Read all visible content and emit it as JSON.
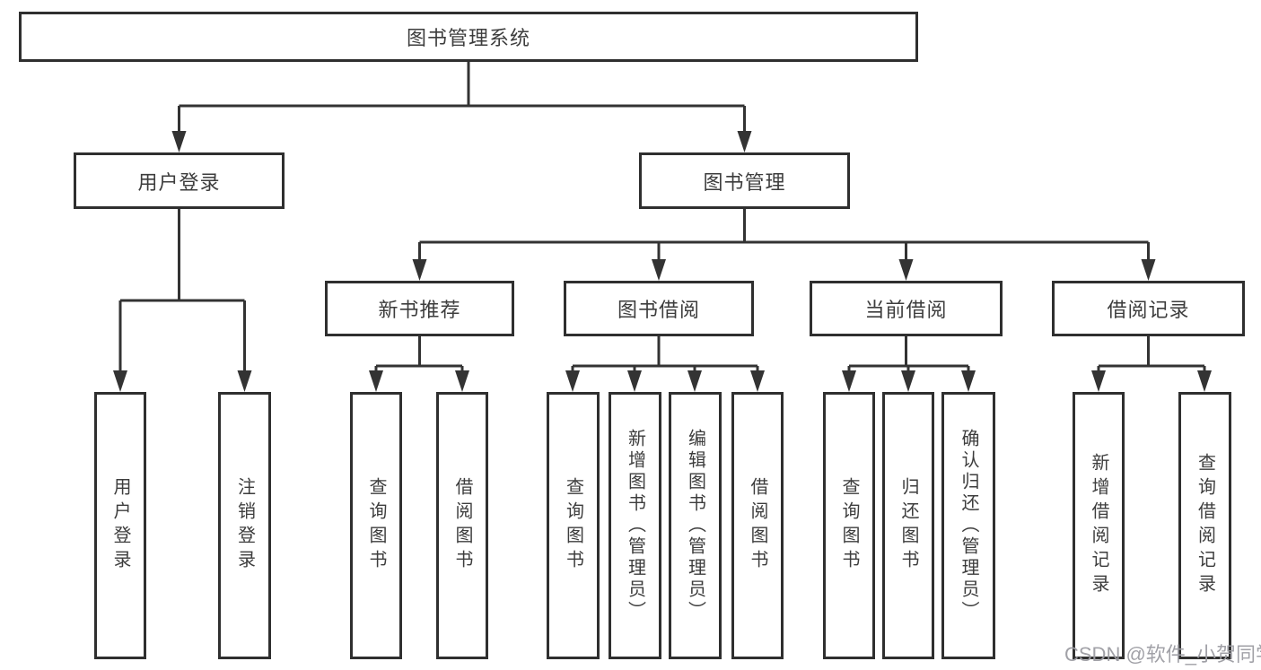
{
  "diagram_title": "图书管理系统",
  "colors": {
    "line": "#333333",
    "box_border": "#2f2f2f",
    "box_fill": "#ffffff",
    "text": "#3d3d3d",
    "watermark": "#9d9da3",
    "background": "#ffffff"
  },
  "nodes": {
    "root": "图书管理系统",
    "user_login": "用户登录",
    "book_mgmt": "图书管理",
    "new_book_rec": "新书推荐",
    "book_borrow": "图书借阅",
    "current_borrow": "当前借阅",
    "borrow_records": "借阅记录",
    "leaf_user_login": "用户登录",
    "leaf_logout": "注销登录",
    "leaf_rec_query": "查询图书",
    "leaf_rec_borrow": "借阅图书",
    "leaf_bb_query": "查询图书",
    "leaf_bb_add": "新增图书（管理员）",
    "leaf_bb_edit": "编辑图书（管理员）",
    "leaf_bb_borrow": "借阅图书",
    "leaf_cb_query": "查询图书",
    "leaf_cb_return": "归还图书",
    "leaf_cb_confirm": "确认归还（管理员）",
    "leaf_br_add": "新增借阅记录",
    "leaf_br_query": "查询借阅记录"
  },
  "watermark": "CSDN @软件_小贺同学"
}
